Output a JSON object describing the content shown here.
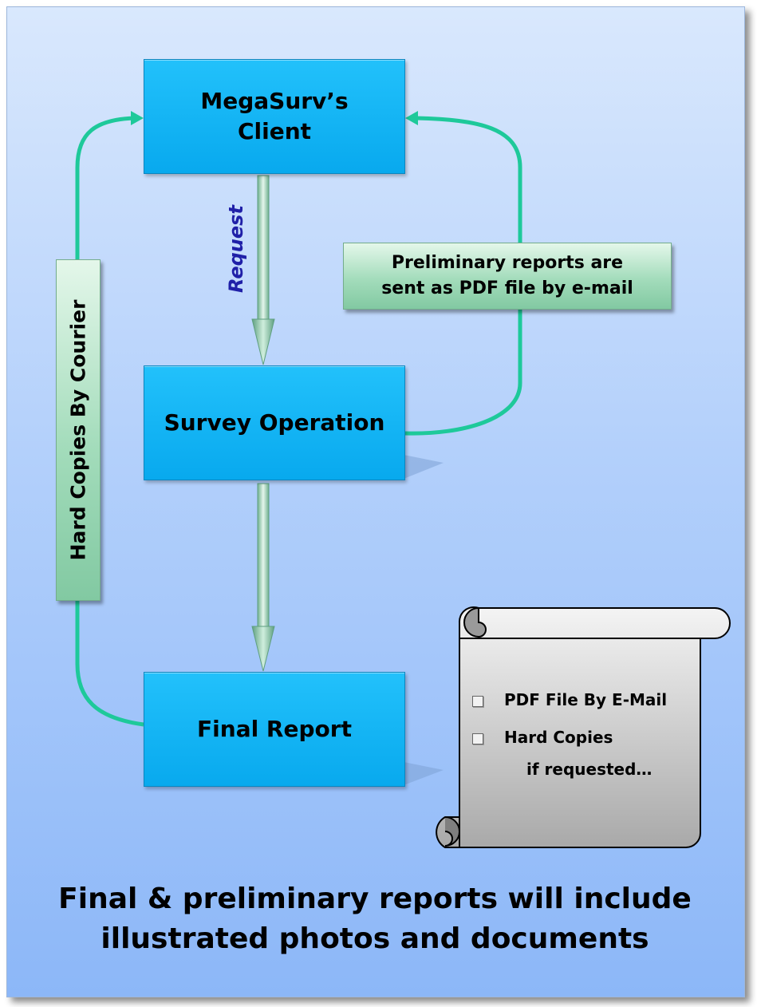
{
  "boxes": {
    "client_line1": "MegaSurv’s",
    "client_line2": "Client",
    "survey": "Survey Operation",
    "final": "Final Report"
  },
  "labels": {
    "request": "Request",
    "prelim_line1": "Preliminary reports are",
    "prelim_line2": "sent as PDF file by e-mail",
    "courier": "Hard Copies By Courier"
  },
  "scroll": {
    "items": [
      {
        "line1": "PDF File By E-Mail",
        "line2": ""
      },
      {
        "line1": "Hard Copies",
        "line2": "if  requested…"
      }
    ]
  },
  "footer": {
    "line1": "Final & preliminary reports will include",
    "line2": "illustrated photos and documents"
  },
  "colors": {
    "box_fill": "#0fb2f3",
    "connector": "#1ec99a",
    "label_fill": "#a3dcbb",
    "request_text": "#2020a8",
    "background": "#b3d0fb"
  }
}
